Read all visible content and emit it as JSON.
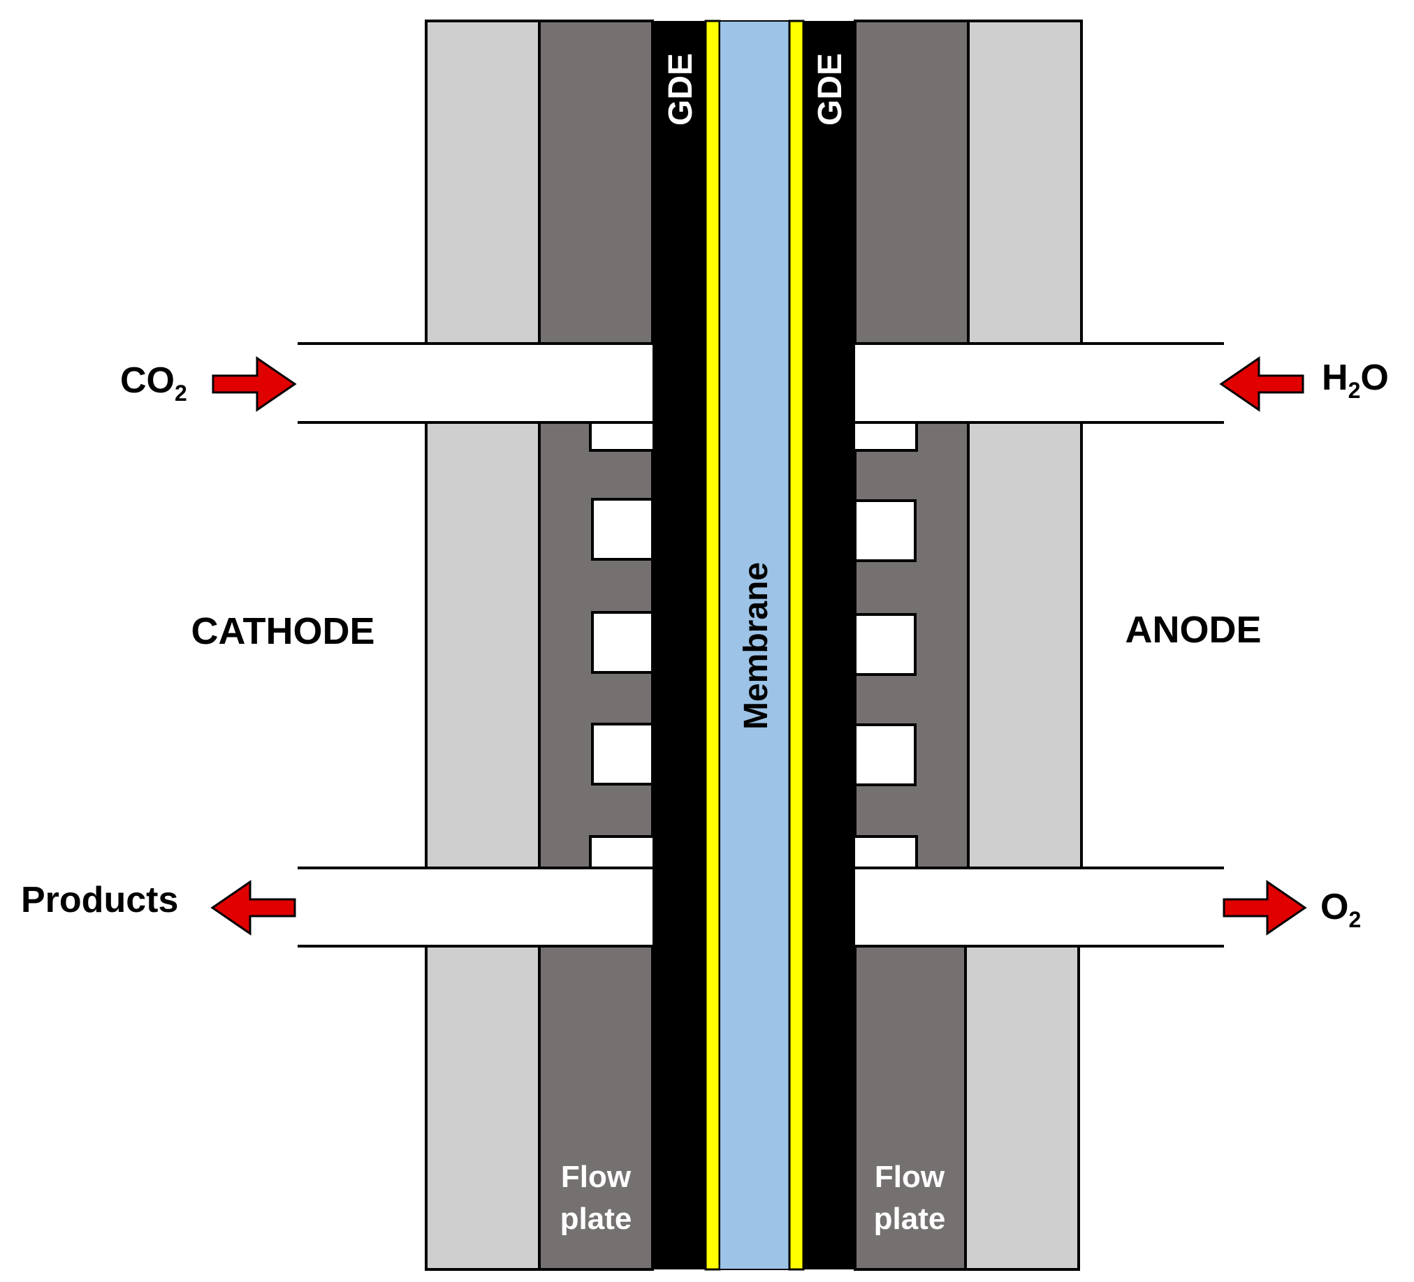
{
  "labels": {
    "cathode": "CATHODE",
    "anode": "ANODE",
    "membrane": "Membrane",
    "gde_left": "GDE",
    "gde_right": "GDE",
    "flow_plate_left_line1": "Flow",
    "flow_plate_left_line2": "plate",
    "flow_plate_right_line1": "Flow",
    "flow_plate_right_line2": "plate"
  },
  "streams": {
    "co2_main": "CO",
    "co2_sub": "2",
    "h2o_h": "H",
    "h2o_sub": "2",
    "h2o_o": "O",
    "products": "Products",
    "o2_main": "O",
    "o2_sub": "2"
  },
  "colors": {
    "end_plate": "#d0cfd0",
    "flow_plate": "#757170",
    "gde": "#000000",
    "catalyst_layer": "#ffff00",
    "membrane": "#9dc3e6",
    "arrow": "#e00000",
    "outline": "#000000"
  },
  "icons": {
    "co2_arrow": "arrow-right-icon",
    "h2o_arrow": "arrow-left-icon",
    "products_arrow": "arrow-left-icon",
    "o2_arrow": "arrow-right-icon"
  }
}
